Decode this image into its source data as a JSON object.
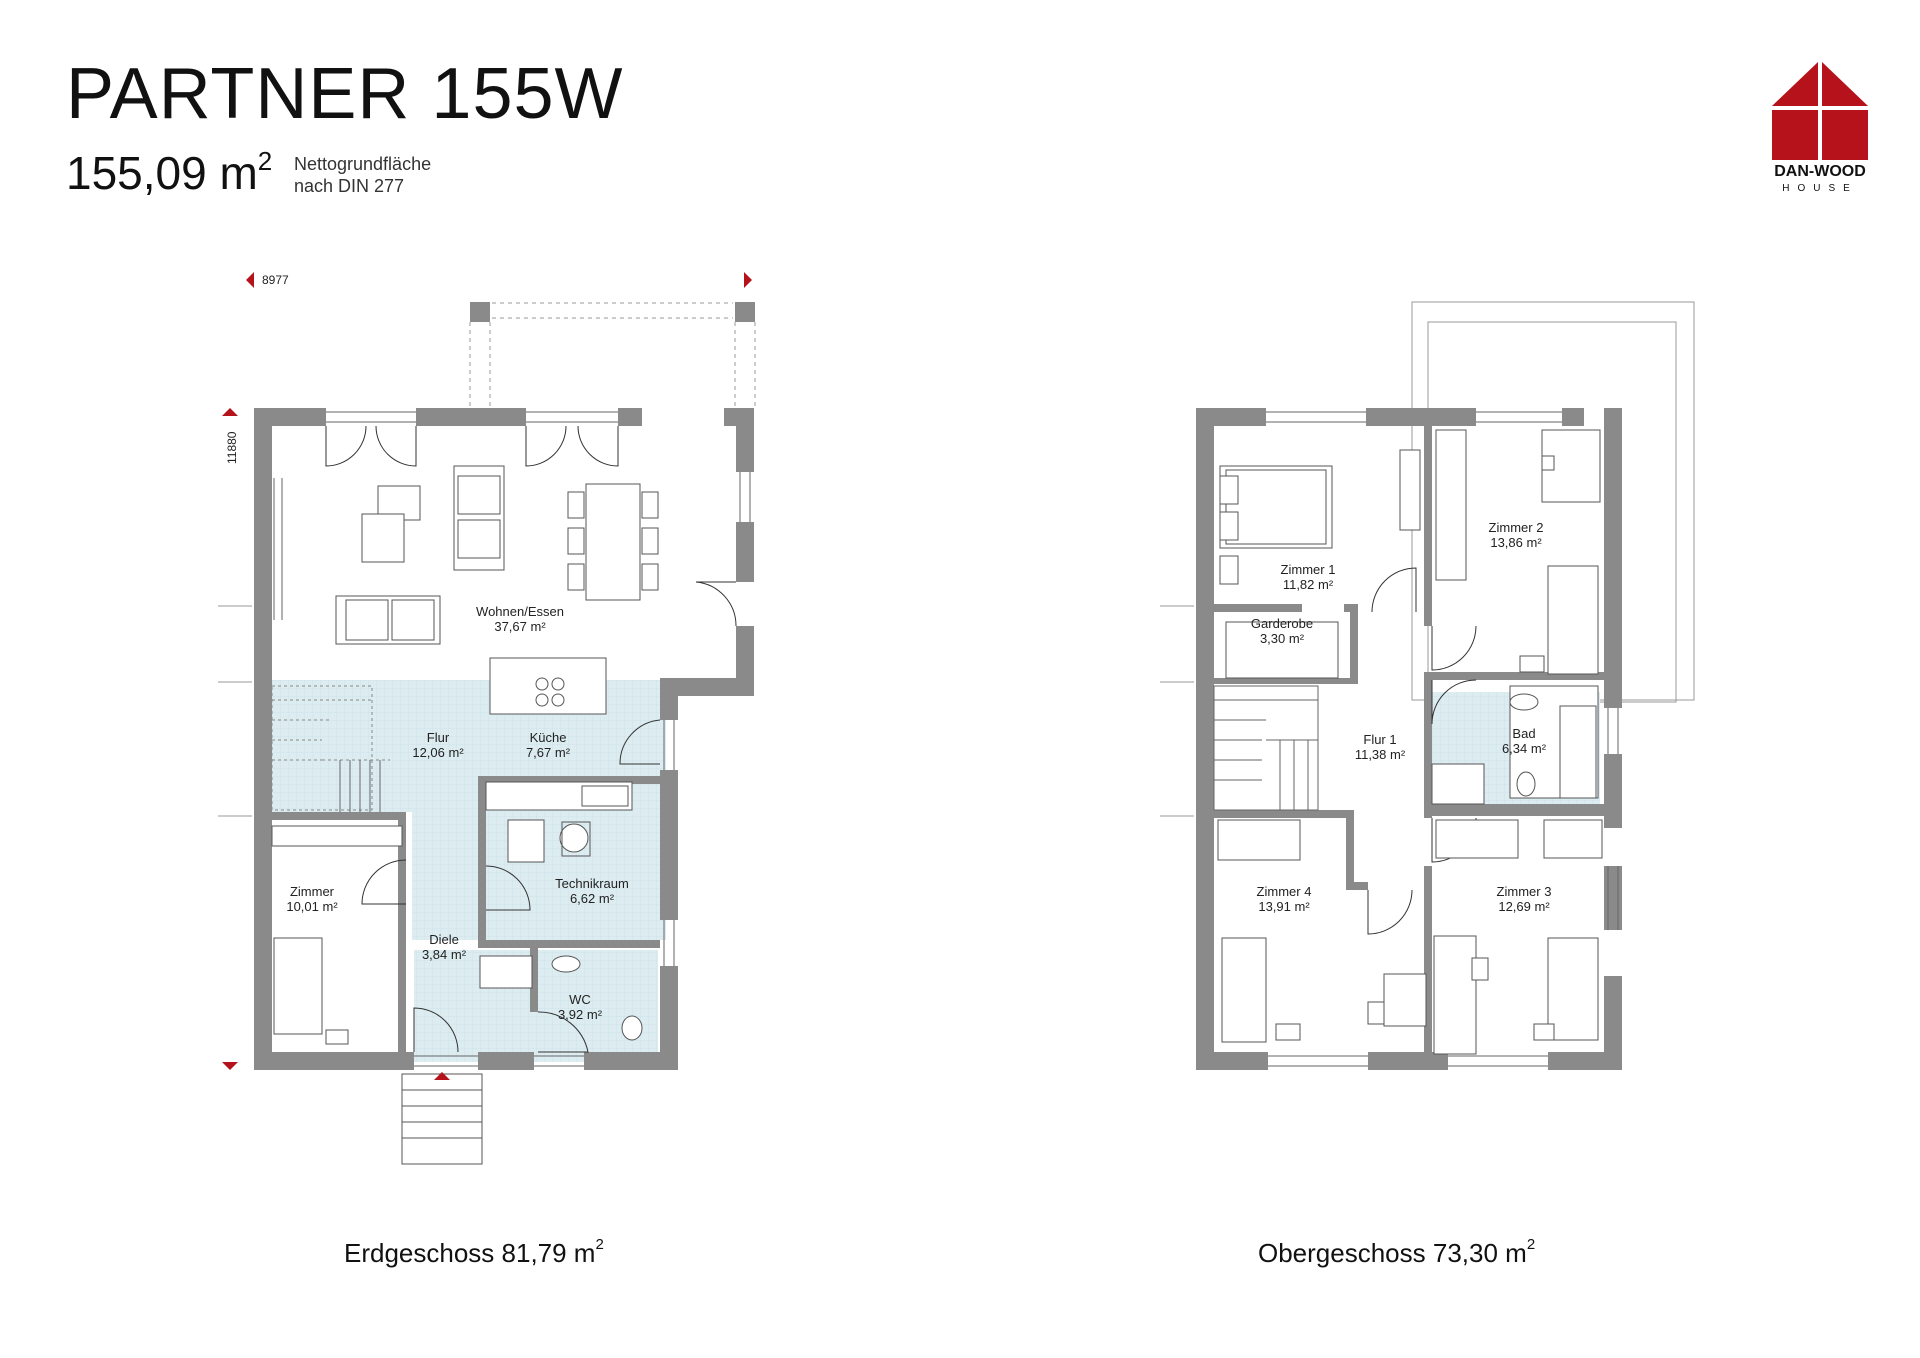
{
  "header": {
    "title": "PARTNER 155W",
    "area_value": "155,09 m",
    "area_sup": "2",
    "area_note_line1": "Nettogrundfläche",
    "area_note_line2": "nach DIN 277"
  },
  "logo": {
    "brand": "DAN-WOOD",
    "sub": "HOUSE",
    "color": "#b5121b"
  },
  "dimensions": {
    "width": "8977",
    "depth": "11880"
  },
  "floors": [
    {
      "caption": "Erdgeschoss 81,79 m",
      "caption_sup": "2",
      "rooms": [
        {
          "name": "Wohnen/Essen",
          "area": "37,67 m²"
        },
        {
          "name": "Flur",
          "area": "12,06 m²"
        },
        {
          "name": "Küche",
          "area": "7,67 m²"
        },
        {
          "name": "Zimmer",
          "area": "10,01 m²"
        },
        {
          "name": "Technikraum",
          "area": "6,62 m²"
        },
        {
          "name": "Diele",
          "area": "3,84 m²"
        },
        {
          "name": "WC",
          "area": "3,92 m²"
        }
      ]
    },
    {
      "caption": "Obergeschoss 73,30 m",
      "caption_sup": "2",
      "rooms": [
        {
          "name": "Zimmer 1",
          "area": "11,82 m²"
        },
        {
          "name": "Zimmer 2",
          "area": "13,86 m²"
        },
        {
          "name": "Garderobe",
          "area": "3,30 m²"
        },
        {
          "name": "Flur 1",
          "area": "11,38 m²"
        },
        {
          "name": "Bad",
          "area": "6,34 m²"
        },
        {
          "name": "Zimmer 4",
          "area": "13,91 m²"
        },
        {
          "name": "Zimmer 3",
          "area": "12,69 m²"
        }
      ]
    }
  ],
  "colors": {
    "wall": "#8a8a8a",
    "tile": "#dcecf1",
    "accent": "#b5121b"
  }
}
